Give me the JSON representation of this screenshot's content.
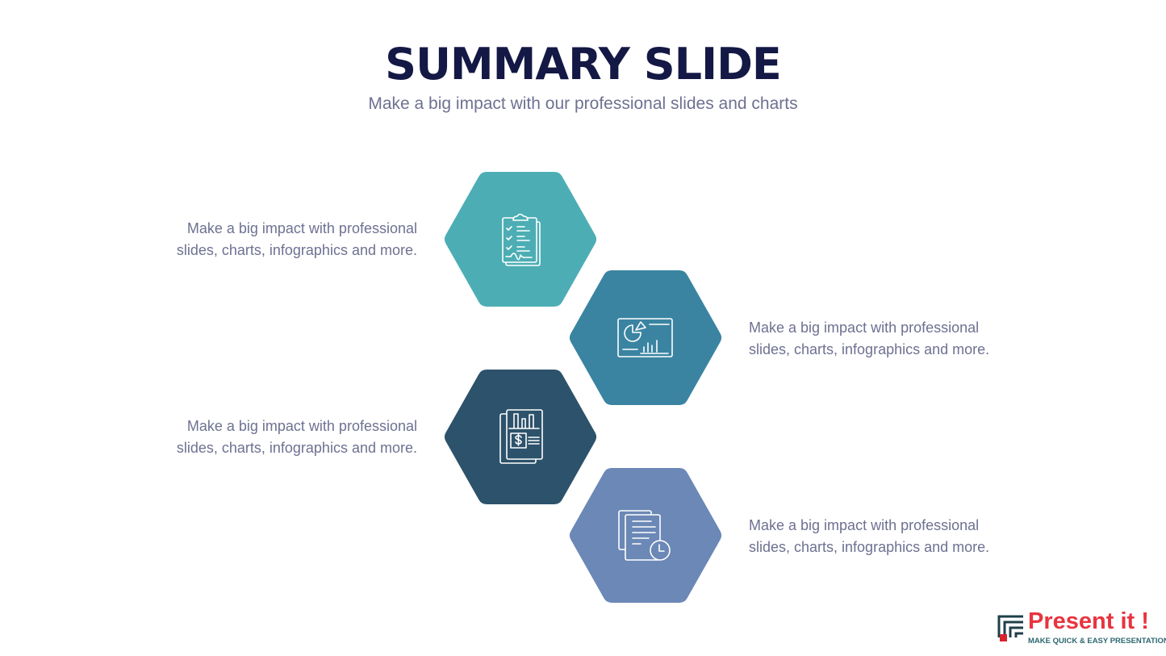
{
  "header": {
    "title": "SUMMARY SLIDE",
    "subtitle": "Make a big impact with our professional slides and charts"
  },
  "items": [
    {
      "line1": "Make a big impact with professional",
      "line2": "slides, charts, infographics and more.",
      "icon": "clipboard-checklist-icon",
      "color": "#4caeb4"
    },
    {
      "line1": "Make a big impact with professional",
      "line2": "slides, charts, infographics and more.",
      "icon": "presentation-chart-icon",
      "color": "#3a84a2"
    },
    {
      "line1": "Make a big impact with professional",
      "line2": "slides, charts, infographics and more.",
      "icon": "financial-report-icon",
      "color": "#2d526b"
    },
    {
      "line1": "Make a big impact with professional",
      "line2": "slides, charts, infographics and more.",
      "icon": "documents-clock-icon",
      "color": "#6b88b6"
    }
  ],
  "logo": {
    "name": "Present it !",
    "tagline": "MAKE QUICK & EASY PRESENTATIONS"
  }
}
